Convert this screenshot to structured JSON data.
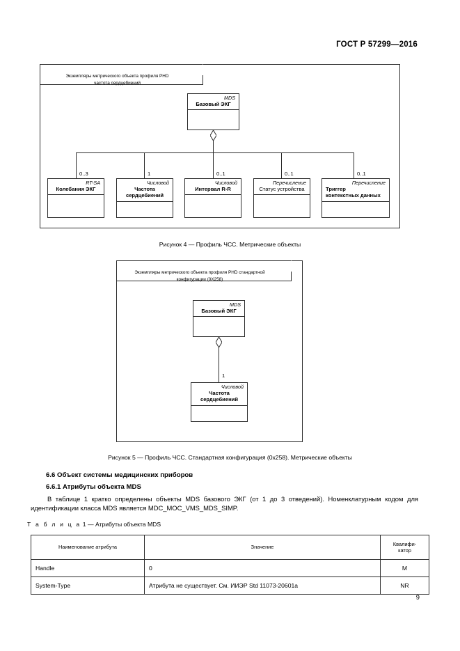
{
  "header": {
    "standard_title": "ГОСТ Р 57299—2016"
  },
  "figure4": {
    "frame_label": "Экземпляры метрического объекта профиля PHD\nчастота  сердцебиений",
    "root": {
      "stereotype": "MDS",
      "name": "Базовый ЭКГ"
    },
    "children": [
      {
        "multiplicity": "0..3",
        "stereotype": "RT-SA",
        "name": "Колебания ЭКГ"
      },
      {
        "multiplicity": "1",
        "stereotype": "Числовой",
        "name": "Частота\nсердцебиений"
      },
      {
        "multiplicity": "0..1",
        "stereotype": "Числовой",
        "name": "Интервал R-R"
      },
      {
        "multiplicity": "0..1",
        "stereotype": "Перечисление",
        "name": "Статус устройства"
      },
      {
        "multiplicity": "0..1",
        "stereotype": "Перечисление",
        "name": "Триггер\nконтекстных данных"
      }
    ],
    "caption": "Рисунок 4 — Профиль ЧСС. Метрические объекты"
  },
  "figure5": {
    "frame_label": "Экземпляры метрического объекта профиля PHD  стандартной\nконфигурации  (0X258)",
    "root": {
      "stereotype": "MDS",
      "name": "Базовый ЭКГ"
    },
    "child": {
      "multiplicity": "1",
      "stereotype": "Числовой",
      "name": "Частота\nсердцебиений"
    },
    "caption": "Рисунок 5 — Профиль ЧСС. Стандартная конфигурация (0x258). Метрические объекты"
  },
  "section": {
    "heading_66": "6.6 Объект системы медицинских приборов",
    "heading_661": "6.6.1 Атрибуты объекта MDS",
    "paragraph": "В таблице 1 кратко определены объекты MDS базового ЭКГ (от 1 до 3 отведений). Номенклатурным кодом для идентификации класса MDS является MDC_MOC_VMS_MDS_SIMP."
  },
  "table": {
    "caption_prefix": "Т а б л и ц а",
    "caption_rest": " 1 — Атрибуты объекта MDS",
    "columns": [
      "Наименование атрибута",
      "Значение",
      "Квалифи-\nкатор"
    ],
    "rows": [
      {
        "name": "Handle",
        "value": "0",
        "qualifier": "M"
      },
      {
        "name": "System-Type",
        "value": "Атрибута не существует. См. ИИЭР Std 11073-20601a",
        "qualifier": "NR"
      }
    ]
  },
  "footer": {
    "page_number": "9"
  }
}
